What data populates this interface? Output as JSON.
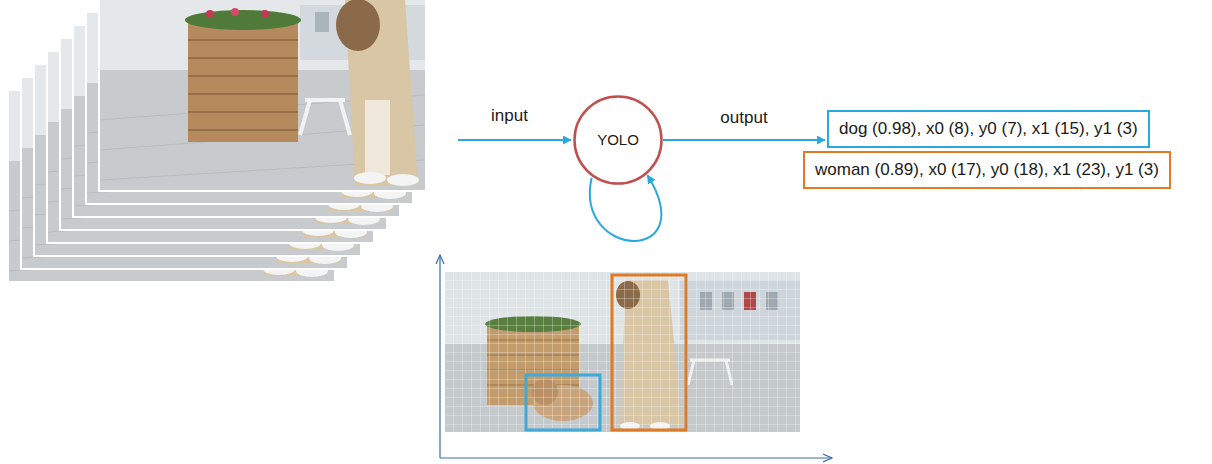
{
  "diagram": {
    "nodes": [
      {
        "text": [
          "YOLO"
        ]
      },
      {
        "text": [
          "dog (0.98), x0 (8), y0 (7), x1 (15), y1 (3)"
        ]
      },
      {
        "text": [
          "woman (0.89), x0 (17), y0 (18), x1 (23), y1 (3)"
        ]
      }
    ],
    "edges": [
      {
        "from": 0,
        "to": 1,
        "label": "output",
        "arrow": "to"
      },
      {
        "from": 0,
        "to": 0,
        "arrow": "to"
      }
    ],
    "labels": [
      "input"
    ]
  }
}
